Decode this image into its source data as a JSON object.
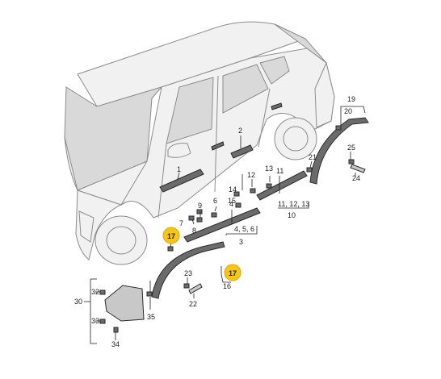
{
  "diagram": {
    "accent_color": "#f5c518",
    "labels": {
      "l1": "1",
      "l2": "2",
      "l3": "3",
      "l456": "4, 5, 6",
      "l4": "4",
      "l6": "6",
      "l7": "7",
      "l8": "8",
      "l9": "9",
      "l10": "10",
      "l111213": "11, 12, 13",
      "l11": "11",
      "l12": "12",
      "l13": "13",
      "l14": "14",
      "l15": "15",
      "l16": "16",
      "l17a": "17",
      "l17b": "17",
      "l19": "19",
      "l20": "20",
      "l21": "21",
      "l22": "22",
      "l23": "23",
      "l24": "24",
      "l25": "25",
      "l30": "30",
      "l32": "32",
      "l33": "33",
      "l34": "34",
      "l35": "35"
    }
  }
}
